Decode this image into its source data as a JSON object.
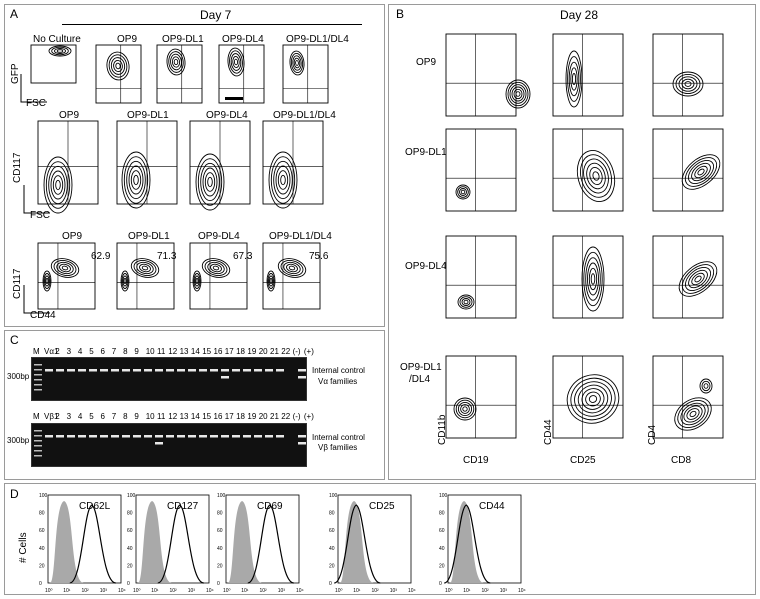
{
  "panel_labels": {
    "a": "A",
    "b": "B",
    "c": "C",
    "d": "D"
  },
  "panel_a": {
    "title": "Day 7",
    "row1_cols": [
      "No Culture",
      "OP9",
      "OP9-DL1",
      "OP9-DL4",
      "OP9-DL1/DL4"
    ],
    "row1_y": "GFP",
    "row1_x": "FSC",
    "row2_cols": [
      "OP9",
      "OP9-DL1",
      "OP9-DL4",
      "OP9-DL1/DL4"
    ],
    "row2_y": "CD117",
    "row2_x": "FSC",
    "row3_cols": [
      "OP9",
      "OP9-DL1",
      "OP9-DL4",
      "OP9-DL1/DL4"
    ],
    "row3_pct": [
      "62.9",
      "71.3",
      "67.3",
      "75.6"
    ],
    "row3_y": "CD117",
    "row3_x": "CD44"
  },
  "panel_b": {
    "title": "Day 28",
    "rows": [
      "OP9",
      "OP9-DL1",
      "OP9-DL4",
      "OP9-DL1\n/DL4"
    ],
    "row4_label_line1": "OP9-DL1",
    "row4_label_line2": "/DL4",
    "x_labels": [
      "CD19",
      "CD25",
      "CD8"
    ],
    "y_labels": [
      "CD11b",
      "CD44",
      "CD4"
    ]
  },
  "panel_c": {
    "marker": "M",
    "lanes_top": [
      "Vα1",
      "2",
      "3",
      "4",
      "5",
      "6",
      "7",
      "8",
      "9",
      "10",
      "11",
      "12",
      "13",
      "14",
      "15",
      "16",
      "17",
      "18",
      "19",
      "20",
      "21",
      "22",
      "(-)",
      "(+)"
    ],
    "lanes_bottom": [
      "Vβ1",
      "2",
      "3",
      "4",
      "5",
      "6",
      "7",
      "8",
      "9",
      "10",
      "11",
      "12",
      "13",
      "14",
      "15",
      "16",
      "17",
      "18",
      "19",
      "20",
      "21",
      "22",
      "(-)",
      "(+)"
    ],
    "size_marker": "300bp",
    "legend_internal": "Internal control",
    "legend_va": "Vα families",
    "legend_vb": "Vβ families"
  },
  "panel_d": {
    "y_label": "# Cells",
    "markers": [
      "CD62L",
      "CD127",
      "CD69",
      "CD25",
      "CD44"
    ],
    "x_ticks": [
      "10⁰",
      "10¹",
      "10²",
      "10³",
      "10⁴"
    ],
    "y_ticks": [
      "0",
      "20",
      "40",
      "60",
      "80",
      "100"
    ]
  },
  "colors": {
    "border": "#9a9a9a",
    "gel_bg": "#111111",
    "band": "#e8e8e8",
    "histo_fill": "#a9a9a9"
  }
}
